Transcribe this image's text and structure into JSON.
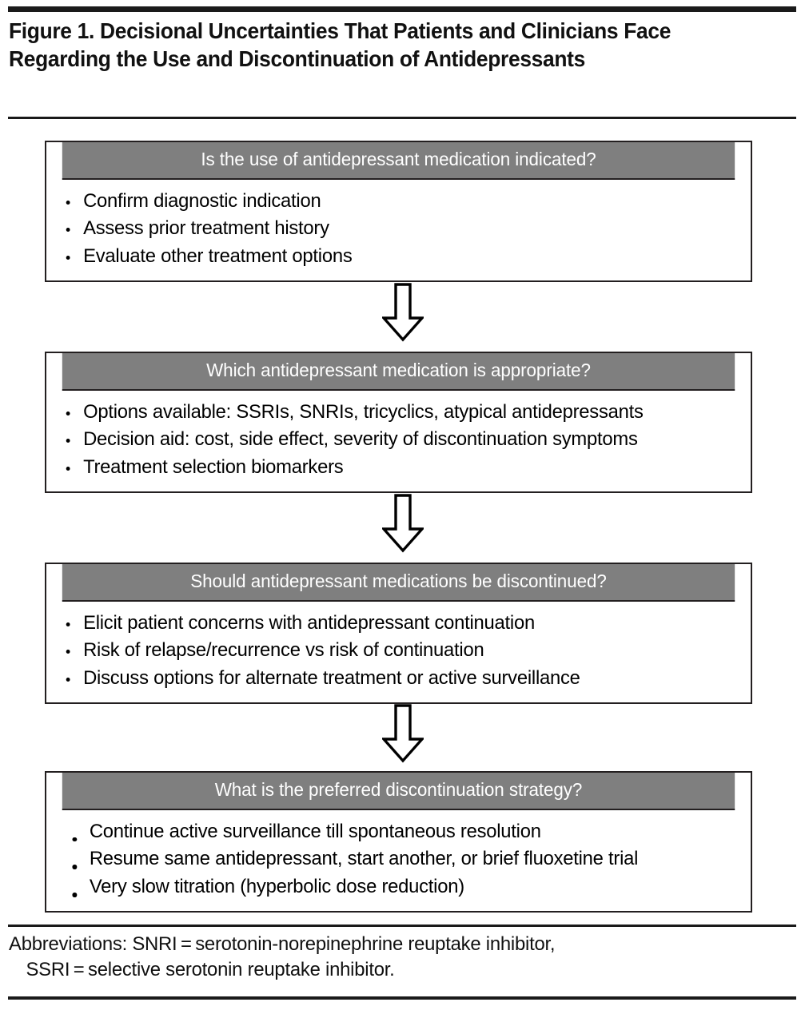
{
  "figure": {
    "title": "Figure 1. Decisional Uncertainties That Patients and Clinicians Face Regarding the Use and Discontinuation of Antidepressants",
    "header_fill": "#7f7f7f",
    "header_text_color": "#ffffff",
    "border_color": "#231f20",
    "arrow_icon": "down-arrow-icon"
  },
  "boxes": [
    {
      "header": "Is the use of antidepressant medication indicated?",
      "bullets": [
        "Confirm diagnostic indication",
        "Assess prior treatment history",
        "Evaluate other treatment options"
      ]
    },
    {
      "header": "Which antidepressant medication is appropriate?",
      "bullets": [
        "Options available: SSRIs, SNRIs, tricyclics, atypical antidepressants",
        "Decision aid: cost, side effect, severity of discontinuation symptoms",
        "Treatment selection biomarkers"
      ]
    },
    {
      "header": "Should antidepressant medications be discontinued?",
      "bullets": [
        "Elicit patient concerns with antidepressant continuation",
        "Risk of relapse/recurrence vs risk of continuation",
        "Discuss options for alternate treatment or active surveillance"
      ]
    },
    {
      "header": "What is the preferred discontinuation strategy?",
      "bullets": [
        "Continue active surveillance till spontaneous resolution",
        "Resume same antidepressant, start another, or brief fluoxetine trial",
        "Very slow titration (hyperbolic dose reduction)"
      ]
    }
  ],
  "footnote": {
    "line1": "Abbreviations: SNRI = serotonin-norepinephrine reuptake inhibitor,",
    "line2": "SSRI = selective serotonin reuptake inhibitor."
  }
}
